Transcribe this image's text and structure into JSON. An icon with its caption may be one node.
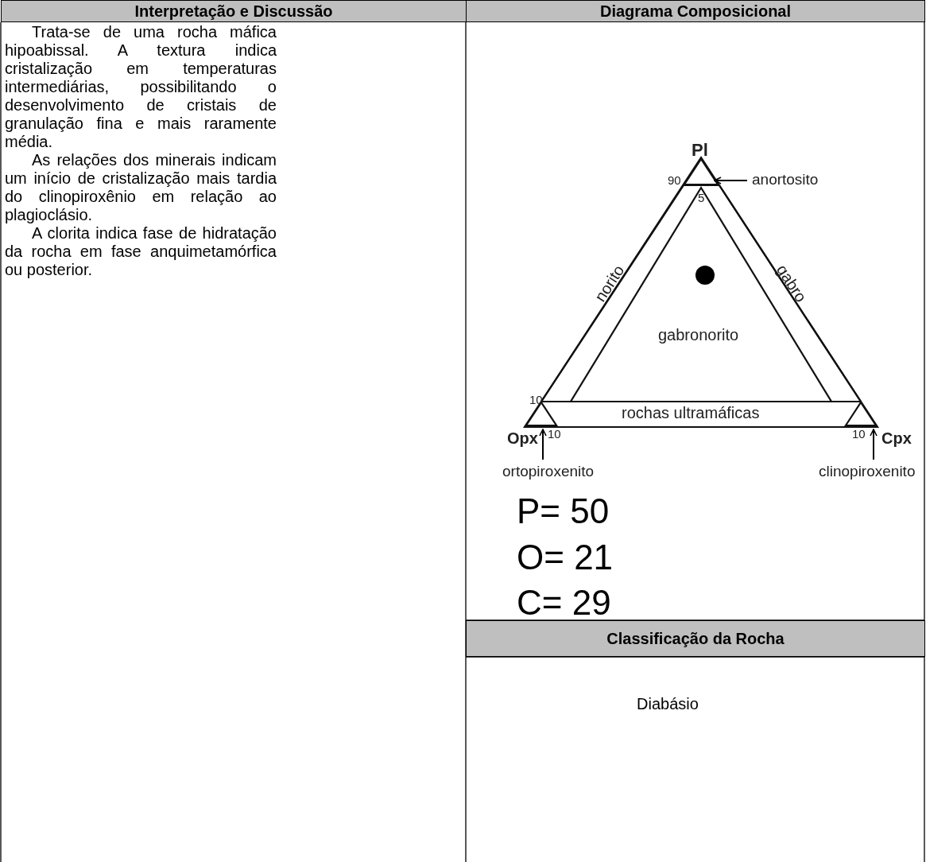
{
  "diagram": {
    "nodes": [
      {
        "text": [
          "anortosito"
        ]
      },
      {
        "text": [
          "ortopiroxenito"
        ]
      },
      {
        "text": [
          "clinopiroxenito"
        ]
      },
      {
        "text": [],
        "shape": "triangle"
      },
      {
        "text": [],
        "shape": "triangle"
      },
      {
        "text": [],
        "shape": "triangle"
      }
    ],
    "edges": [
      {
        "from": 0,
        "to": 3,
        "arrow": "to"
      },
      {
        "from": 1,
        "to": 4,
        "arrow": "to"
      },
      {
        "from": 2,
        "to": 5,
        "arrow": "to"
      }
    ],
    "labels": [
      "Interpretação e Discussão",
      "Diagrama Composicional",
      "Trata-se de uma rocha máfica hipoabissal. A textura indica cristalização em temperaturas intermediárias, possibilitando o desenvolvimento de cristais de granulação fina e mais raramente média.",
      "As relações dos minerais indicam um início de cristalização mais tardia do clinopiroxênio em relação ao plagioclásio.",
      "A clorita indica fase de hidratação da rocha em fase anquimetamórfica ou posterior.",
      "Pl",
      "90",
      "5",
      "norito",
      "gabro",
      "gabronorito",
      "10",
      "rochas ultramáficas",
      "Opx",
      "10",
      "10",
      "Cpx",
      "P= 50",
      "O= 21",
      "C= 29",
      "Classificação da Rocha",
      "Diabásio"
    ]
  }
}
